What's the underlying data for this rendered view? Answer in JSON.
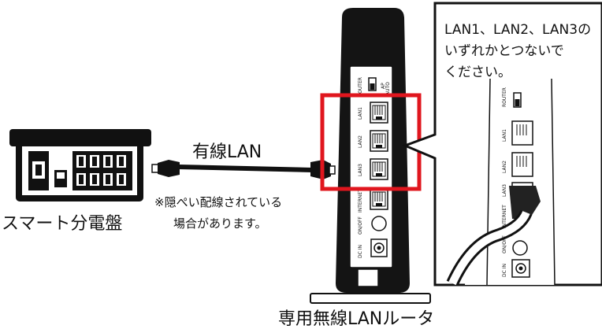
{
  "panel": {
    "label": "スマート分電盤"
  },
  "cable": {
    "label": "有線LAN",
    "note_line1": "※隠ぺい配線されている",
    "note_line2": "場合があります。"
  },
  "router": {
    "label": "専用無線LANルータ",
    "switch_label": "ROUTER",
    "switch_sub_ap": "AP",
    "switch_sub_auto": "AUTO",
    "ports": [
      "LAN1",
      "LAN2",
      "LAN3",
      "INTERNET"
    ],
    "power_button_label": "ON/OFF",
    "dc_label": "DC IN"
  },
  "callout": {
    "line1": "LAN1、LAN2、LAN3の",
    "line2": "いずれかとつないで",
    "line3": "ください。"
  },
  "colors": {
    "highlight": "#e0161e",
    "stroke": "#111111"
  }
}
